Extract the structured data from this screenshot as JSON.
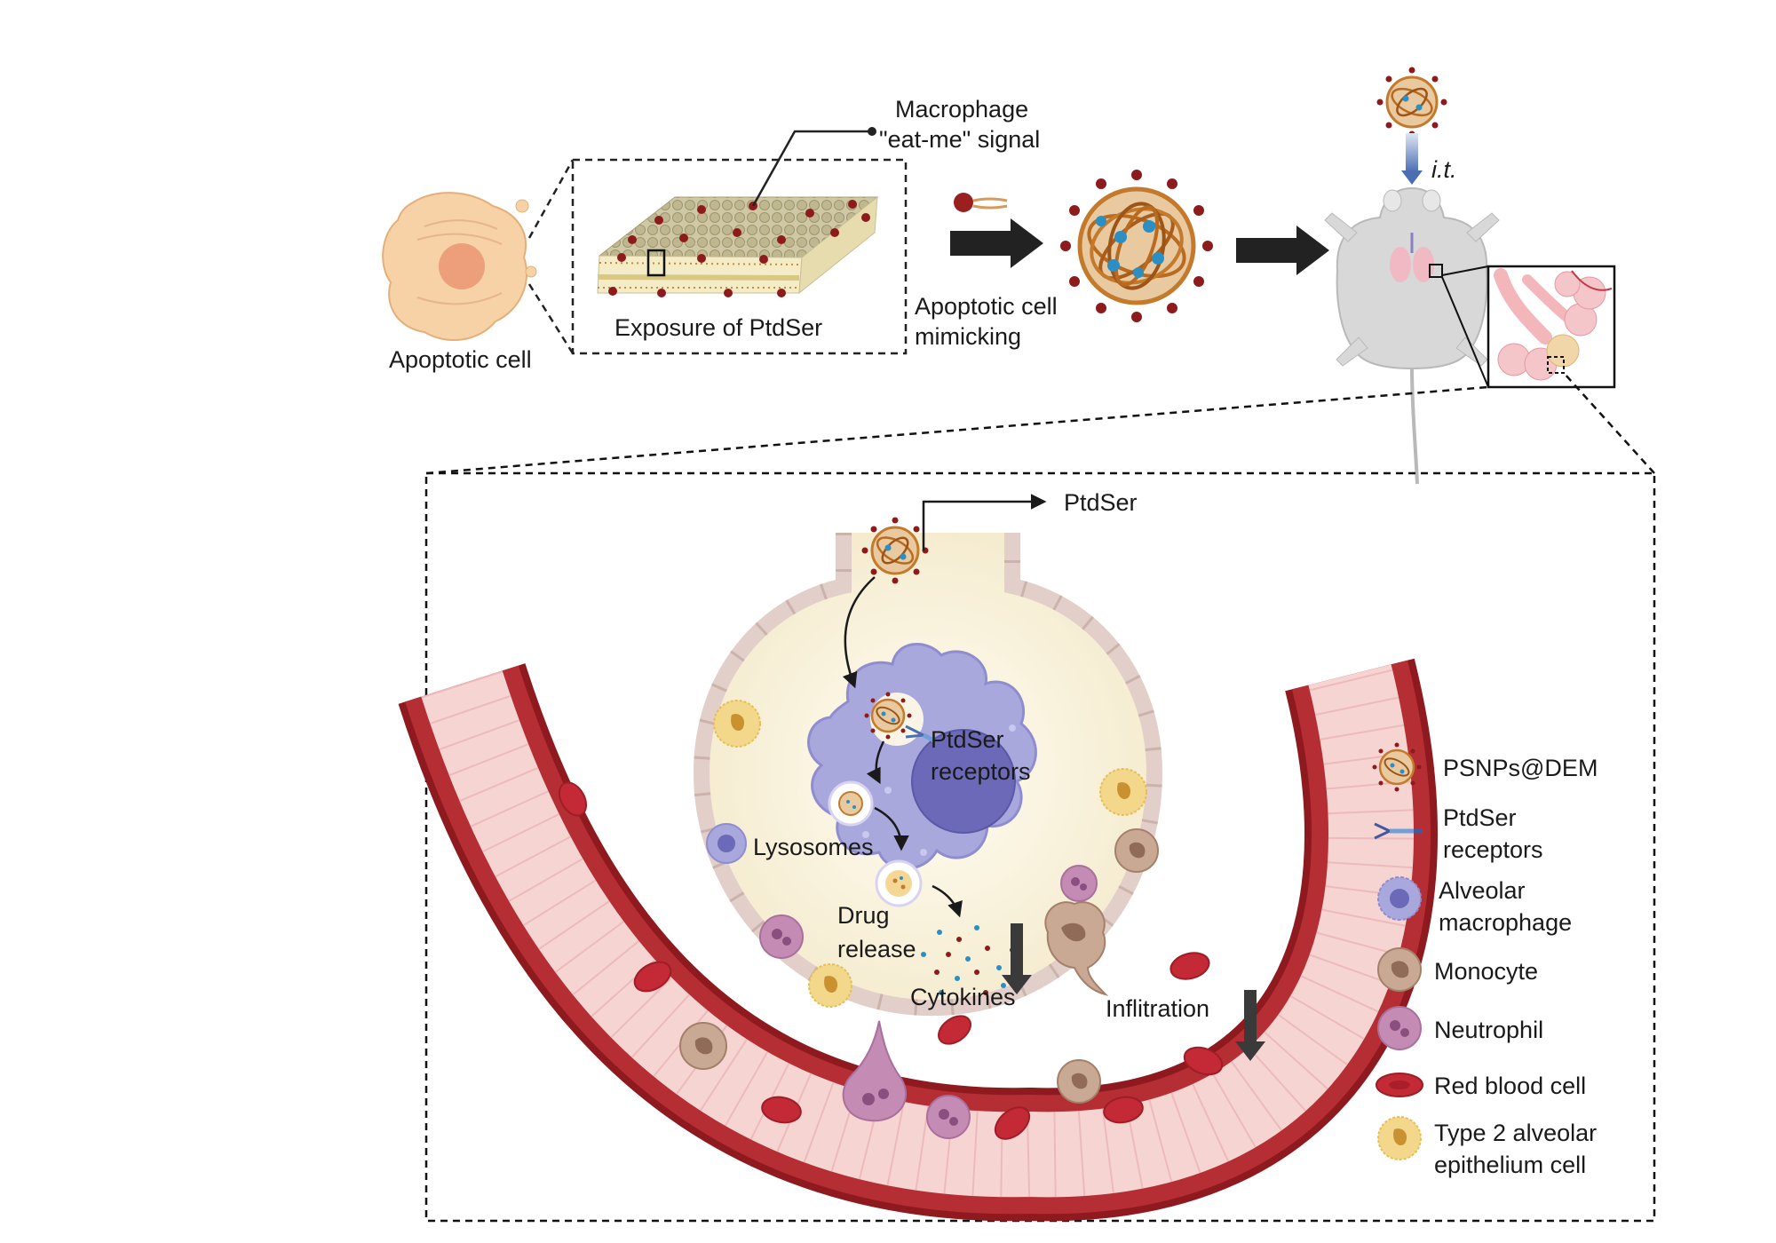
{
  "top_panel": {
    "apoptotic_cell_label": "Apoptotic cell",
    "exposure_label": "Exposure of PtdSer",
    "signal_label_line1": "Macrophage",
    "signal_label_line2": "\"eat-me\" signal",
    "mimic_label_line1": "Apoptotic cell",
    "mimic_label_line2": "mimicking",
    "route_label": "i.t."
  },
  "alveolus_panel": {
    "ptdser_label": "PtdSer",
    "receptors_label_line1": "PtdSer",
    "receptors_label_line2": "receptors",
    "lysosomes_label": "Lysosomes",
    "drug_release_line1": "Drug",
    "drug_release_line2": "release",
    "cytokines_label": "Cytokines",
    "infiltration_label": "Inflitration"
  },
  "legend": {
    "items": [
      {
        "icon": "nanoparticle-icon",
        "line1": "PSNPs@DEM",
        "line2": ""
      },
      {
        "icon": "receptor-icon",
        "line1": "PtdSer",
        "line2": "receptors"
      },
      {
        "icon": "macrophage-icon",
        "line1": "Alveolar",
        "line2": "macrophage"
      },
      {
        "icon": "monocyte-icon",
        "line1": "Monocyte",
        "line2": ""
      },
      {
        "icon": "neutrophil-icon",
        "line1": "Neutrophil",
        "line2": ""
      },
      {
        "icon": "red-blood-cell-icon",
        "line1": "Red blood cell",
        "line2": ""
      },
      {
        "icon": "type2-cell-icon",
        "line1": "Type 2 alveolar",
        "line2": "epithelium cell"
      }
    ]
  },
  "colors": {
    "vessel_dark": "#8e1a1f",
    "vessel_light": "#f6d4d2",
    "macrophage": "#a9a8dd",
    "nucleus": "#6b69b8",
    "np_core": "#c47a2c",
    "ptdser_dot": "#8e1b1b",
    "arrow": "#2a2a2a",
    "rbc": "#c42a35"
  }
}
